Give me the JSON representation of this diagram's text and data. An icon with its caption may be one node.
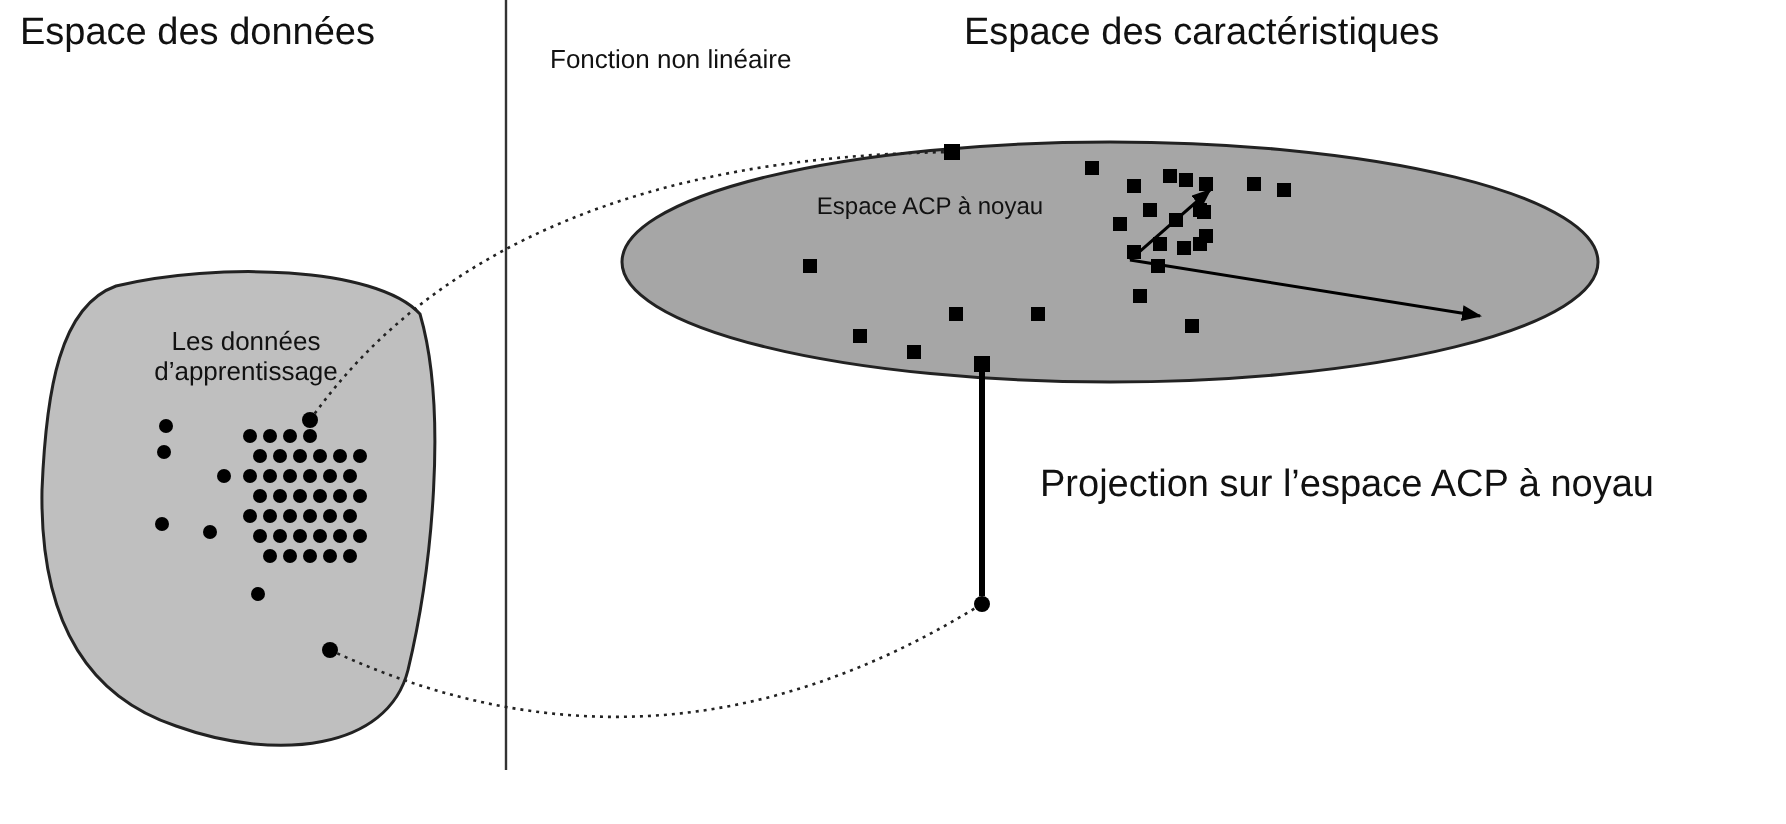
{
  "diagram": {
    "nodes": [
      {
        "text": [
          "Les données d’apprentissage"
        ]
      },
      {
        "text": [
          "Espace ACP à noyau"
        ]
      },
      {
        "text": [],
        "shape": "circle",
        "in": 0
      },
      {
        "text": [],
        "shape": "circle",
        "in": 0
      },
      {
        "text": [],
        "shape": "box",
        "in": 1
      },
      {
        "text": [],
        "shape": "box",
        "in": 1
      },
      {
        "text": [],
        "shape": "circle"
      }
    ],
    "edges": [
      {
        "from": 2,
        "to": 4,
        "arrow": "none",
        "style": "dashed"
      },
      {
        "from": 3,
        "to": 6,
        "arrow": "none",
        "style": "dashed"
      },
      {
        "from": 5,
        "to": 6,
        "arrow": "none",
        "style": "thick"
      }
    ],
    "labels": [
      "Espace des données",
      "Espace des caractéristiques",
      "Fonction non linéaire",
      "Projection sur l’espace ACP à noyau"
    ]
  }
}
